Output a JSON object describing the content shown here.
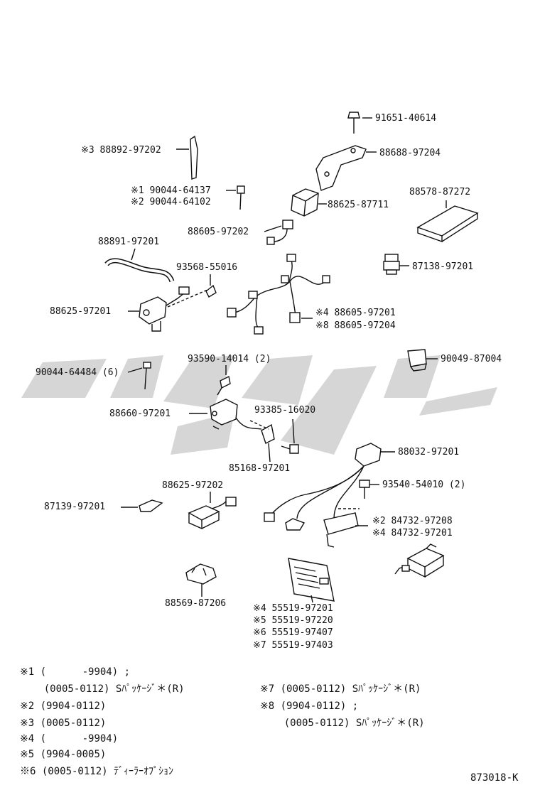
{
  "parts": [
    {
      "id": "p91651",
      "text": "91651-40614"
    },
    {
      "id": "p88688",
      "text": "88688-97204"
    },
    {
      "id": "p88892",
      "text": "※3 88892-97202"
    },
    {
      "id": "p90044a",
      "text": "※1 90044-64137"
    },
    {
      "id": "p90044b",
      "text": "※2 90044-64102"
    },
    {
      "id": "p88625a",
      "text": "88625-87711"
    },
    {
      "id": "p88578",
      "text": "88578-87272"
    },
    {
      "id": "p88605a",
      "text": "88605-97202"
    },
    {
      "id": "p88891",
      "text": "88891-97201"
    },
    {
      "id": "p93568",
      "text": "93568-55016"
    },
    {
      "id": "p87138",
      "text": "87138-97201"
    },
    {
      "id": "p88625b",
      "text": "88625-97201"
    },
    {
      "id": "p88605b",
      "text": "※4 88605-97201"
    },
    {
      "id": "p88605c",
      "text": "※8 88605-97204"
    },
    {
      "id": "p93590",
      "text": "93590-14014 (2)"
    },
    {
      "id": "p90049",
      "text": "90049-87004"
    },
    {
      "id": "p90044c",
      "text": "90044-64484 (6)"
    },
    {
      "id": "p88660",
      "text": "88660-97201"
    },
    {
      "id": "p93385",
      "text": "93385-16020"
    },
    {
      "id": "p85168",
      "text": "85168-97201"
    },
    {
      "id": "p88032",
      "text": "88032-97201"
    },
    {
      "id": "p88625c",
      "text": "88625-97202"
    },
    {
      "id": "p93540",
      "text": "93540-54010 (2)"
    },
    {
      "id": "p87139",
      "text": "87139-97201"
    },
    {
      "id": "p84732a",
      "text": "※2 84732-97208"
    },
    {
      "id": "p84732b",
      "text": "※4 84732-97201"
    },
    {
      "id": "p88569",
      "text": "88569-87206"
    },
    {
      "id": "p55519a",
      "text": "※4 55519-97201"
    },
    {
      "id": "p55519b",
      "text": "※5 55519-97220"
    },
    {
      "id": "p55519c",
      "text": "※6 55519-97407"
    },
    {
      "id": "p55519d",
      "text": "※7 55519-97403"
    }
  ],
  "notes": [
    {
      "id": "n1a",
      "text": "※1 (      -9904) ;"
    },
    {
      "id": "n1b",
      "text": "    (0005-0112) Sﾊﾟｯｹｰｼﾞ＊(R)"
    },
    {
      "id": "n2",
      "text": "※2 (9904-0112)"
    },
    {
      "id": "n3",
      "text": "※3 (0005-0112)"
    },
    {
      "id": "n4",
      "text": "※4 (      -9904)"
    },
    {
      "id": "n5",
      "text": "※5 (9904-0005)"
    },
    {
      "id": "n6",
      "text": "※6 (0005-0112) ﾃﾞｨｰﾗｰｵﾌﾟｼｮﾝ"
    },
    {
      "id": "n7",
      "text": "※7 (0005-0112) Sﾊﾟｯｹｰｼﾞ＊(R)"
    },
    {
      "id": "n8a",
      "text": "※8 (9904-0112) ;"
    },
    {
      "id": "n8b",
      "text": "    (0005-0112) Sﾊﾟｯｹｰｼﾞ＊(R)"
    }
  ],
  "diagram_code": "873018-K"
}
